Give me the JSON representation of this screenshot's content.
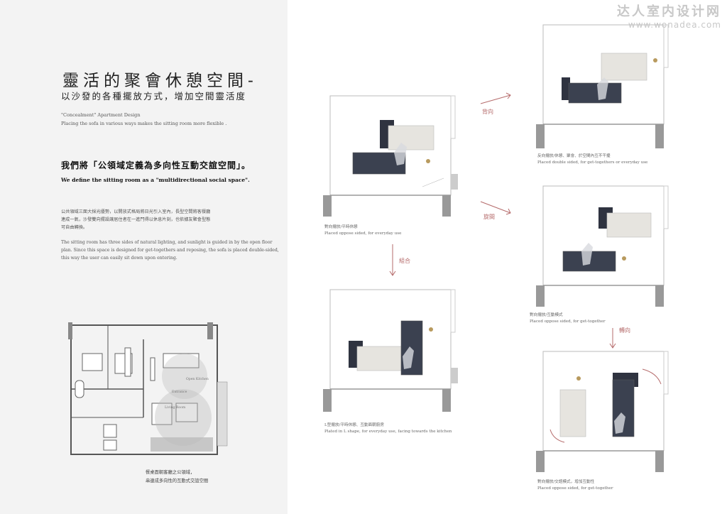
{
  "header": {
    "title": "靈活的聚會休憩空間-",
    "subtitle": "以沙發的各種擺放方式，增加空間靈活度",
    "en_line1": "\"Concealment\" Apartment Design",
    "en_line2": "Placing the sofa in various ways makes the sitting room more flexible ."
  },
  "define": {
    "cn": "我們將「公領域定義為多向性互動交誼空間」。",
    "en": "We define the sitting room as a \"multidirectional social space\"."
  },
  "paragraph_cn": [
    "公共領域三面大採光優勢，以開放式格局將日光引入室內，長型空間將客餐廳",
    "連成一氣，沙發雙向擺設讓居住者在一進門得以休息片刻，也依據友聚會型態",
    "可自由轉換。"
  ],
  "paragraph_en": [
    "The sitting room has three sides of natural lighting, and sunlight is guided in by the open floor",
    "plan. Since this space is designed for get-togethers and reposing, the sofa is placed double-sided,",
    "this way the user can easily sit down upon entering."
  ],
  "floorplan": {
    "labels": {
      "kitchen": "Open Kitchen",
      "entrance": "Entrance",
      "living": "Living Room"
    },
    "caption": [
      "餐桌面朝客廳之公領域，",
      "串連成多向性的互動式交誼空間"
    ]
  },
  "diagrams": [
    {
      "caption_cn": "對向擺放/平時休憩",
      "caption_en": "Placed oppose sided, for everyday use"
    },
    {
      "caption_cn": "反向擺放/休憩、聚會、於空間內互不干擾",
      "caption_en": "Placed double sided, for get-togethers or everyday use"
    },
    {
      "caption_cn": "對向擺放/互動模式",
      "caption_en": "Placed oppose sided, for get-together"
    },
    {
      "caption_cn": "L型擺放/平時休憩、互動面朝廚房",
      "caption_en": "Plated in L shape, for everyday use, facing towards the kitchen"
    },
    {
      "caption_cn": "對向擺放/交誼模式，增加互動性",
      "caption_en": "Placed oppose sided, for get-together"
    }
  ],
  "arrows": {
    "a1": "背向",
    "a2": "旋間",
    "a3": "組合",
    "a4": "轉向"
  },
  "watermark": {
    "line1": "达人室内设计网",
    "line2": "www.wonadea.com"
  },
  "colors": {
    "dark_sofa": "#3b4150",
    "light_sofa": "#e6e4df",
    "arrow": "#b56b6b",
    "wall": "#8a8a8a",
    "panel": "#f3f3f3"
  }
}
